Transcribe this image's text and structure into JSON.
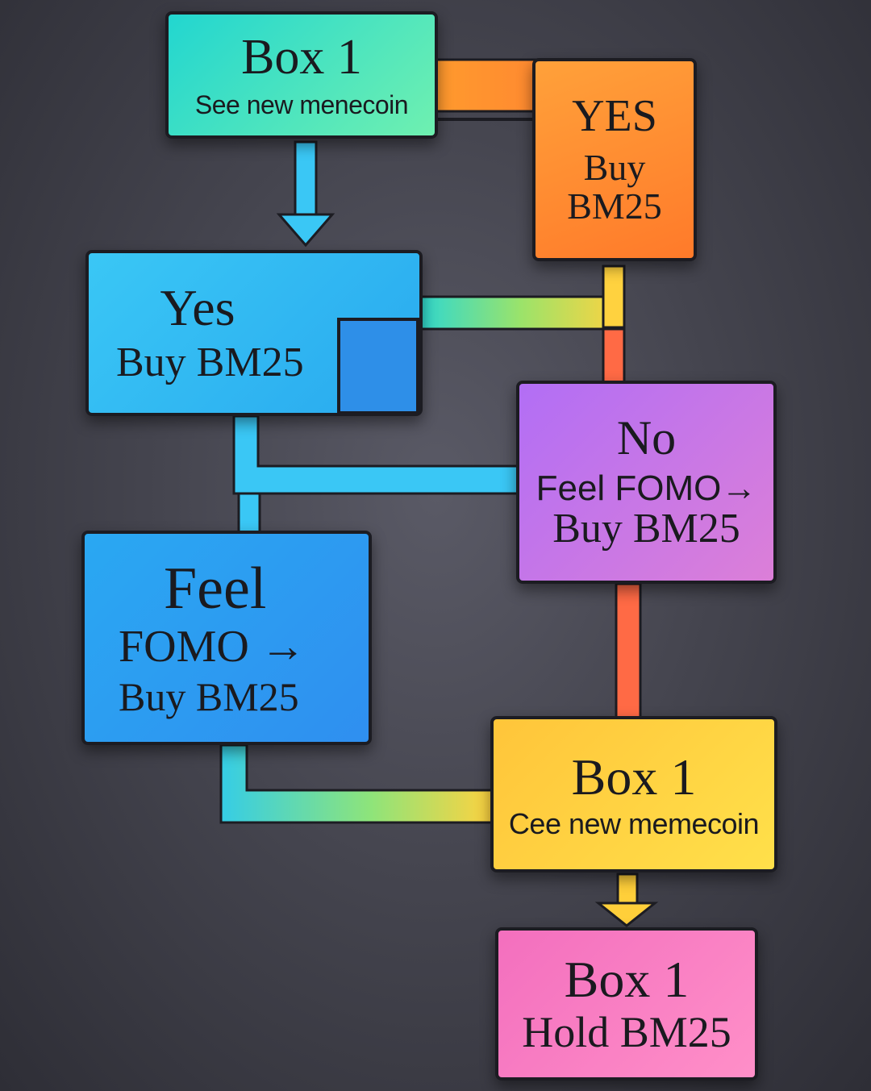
{
  "colors": {
    "teal": "#22d6d0",
    "orange": "#ff8a30",
    "sky_blue": "#3ac7f5",
    "blue": "#2f8ff0",
    "purple": "#c078f0",
    "yellow": "#ffd23f",
    "pink": "#f77fc4",
    "connector_red": "#ff6a45",
    "outline": "#1c1c22"
  },
  "boxes": {
    "start": {
      "title": "Box 1",
      "subtitle": "See new menecoin"
    },
    "yes_orange": {
      "line1": "YES",
      "line2": "Buy",
      "line3": "BM25"
    },
    "yes_blue": {
      "line1": "Yes",
      "line2": "Buy BM25"
    },
    "no": {
      "line1": "No",
      "line2": "Feel FOMO→",
      "line3": "Buy BM25"
    },
    "feel": {
      "line1": "Feel",
      "line2": "FOMO →",
      "line3": "Buy BM25"
    },
    "mid": {
      "title": "Box 1",
      "subtitle": "Cee new memecoin"
    },
    "end": {
      "title": "Box 1",
      "subtitle": "Hold BM25"
    }
  }
}
